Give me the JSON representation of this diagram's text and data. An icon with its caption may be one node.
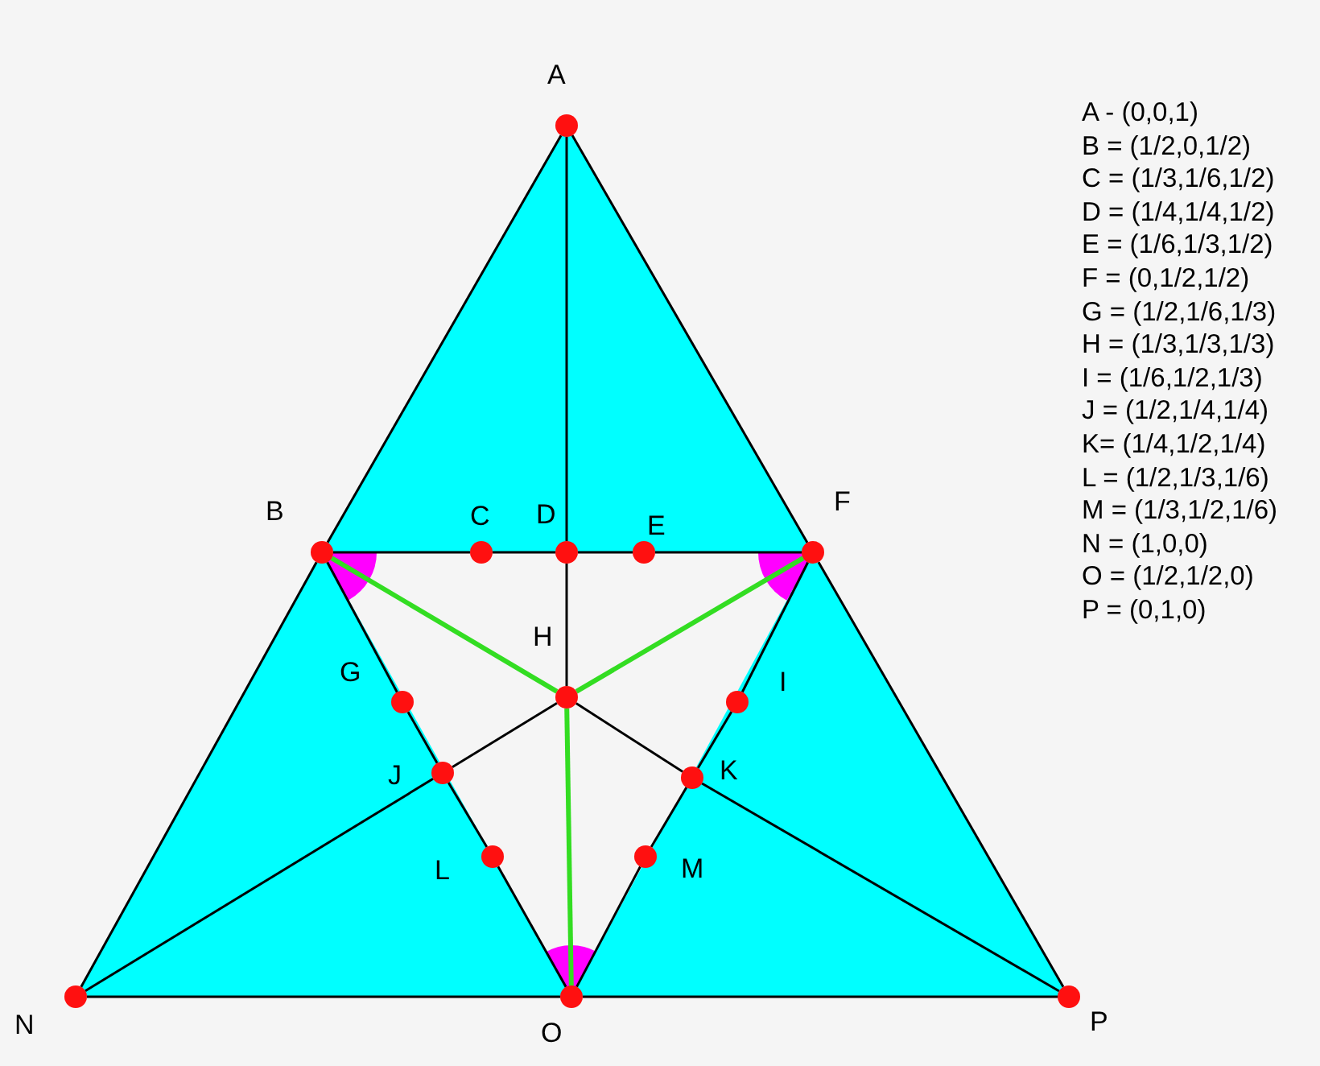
{
  "diagram": {
    "nodes": [
      {
        "text": [],
        "shape": "circle",
        "beside": [
          "A"
        ]
      },
      {
        "text": [],
        "shape": "circle",
        "beside": [
          "B"
        ]
      },
      {
        "text": [],
        "shape": "circle",
        "beside": [
          "C"
        ]
      },
      {
        "text": [],
        "shape": "circle",
        "beside": [
          "D"
        ]
      },
      {
        "text": [],
        "shape": "circle",
        "beside": [
          "E"
        ]
      },
      {
        "text": [],
        "shape": "circle",
        "beside": [
          "F"
        ]
      },
      {
        "text": [],
        "shape": "circle",
        "beside": [
          "G"
        ]
      },
      {
        "text": [],
        "shape": "circle",
        "beside": [
          "H"
        ]
      },
      {
        "text": [],
        "shape": "circle",
        "beside": [
          "I"
        ]
      },
      {
        "text": [],
        "shape": "circle",
        "beside": [
          "J"
        ]
      },
      {
        "text": [],
        "shape": "circle",
        "beside": [
          "K"
        ]
      },
      {
        "text": [],
        "shape": "circle",
        "beside": [
          "L"
        ]
      },
      {
        "text": [],
        "shape": "circle",
        "beside": [
          "M"
        ]
      },
      {
        "text": [],
        "shape": "circle",
        "beside": [
          "N"
        ]
      },
      {
        "text": [],
        "shape": "circle",
        "beside": [
          "O"
        ]
      },
      {
        "text": [],
        "shape": "circle",
        "beside": [
          "P"
        ]
      }
    ],
    "edges": [
      {
        "from": 0,
        "to": 1,
        "arrow": "none"
      },
      {
        "from": 1,
        "to": 13,
        "arrow": "none"
      },
      {
        "from": 0,
        "to": 5,
        "arrow": "none"
      },
      {
        "from": 5,
        "to": 15,
        "arrow": "none"
      },
      {
        "from": 13,
        "to": 14,
        "arrow": "none"
      },
      {
        "from": 14,
        "to": 15,
        "arrow": "none"
      },
      {
        "from": 1,
        "to": 2,
        "arrow": "none"
      },
      {
        "from": 2,
        "to": 3,
        "arrow": "none"
      },
      {
        "from": 3,
        "to": 4,
        "arrow": "none"
      },
      {
        "from": 4,
        "to": 5,
        "arrow": "none"
      },
      {
        "from": 0,
        "to": 3,
        "arrow": "none"
      },
      {
        "from": 3,
        "to": 7,
        "arrow": "none"
      },
      {
        "from": 1,
        "to": 6,
        "arrow": "none"
      },
      {
        "from": 6,
        "to": 9,
        "arrow": "none"
      },
      {
        "from": 9,
        "to": 11,
        "arrow": "none"
      },
      {
        "from": 11,
        "to": 14,
        "arrow": "none"
      },
      {
        "from": 5,
        "to": 8,
        "arrow": "none"
      },
      {
        "from": 8,
        "to": 10,
        "arrow": "none"
      },
      {
        "from": 10,
        "to": 12,
        "arrow": "none"
      },
      {
        "from": 12,
        "to": 14,
        "arrow": "none"
      },
      {
        "from": 13,
        "to": 9,
        "arrow": "none"
      },
      {
        "from": 9,
        "to": 7,
        "arrow": "none"
      },
      {
        "from": 15,
        "to": 10,
        "arrow": "none"
      },
      {
        "from": 10,
        "to": 7,
        "arrow": "none"
      },
      {
        "from": 1,
        "to": 7,
        "arrow": "none",
        "style": "thick",
        "color": "#33dd22"
      },
      {
        "from": 5,
        "to": 7,
        "arrow": "none",
        "style": "thick",
        "color": "#33dd22"
      },
      {
        "from": 7,
        "to": 14,
        "arrow": "none",
        "style": "thick",
        "color": "#33dd22"
      }
    ],
    "labels": [
      "A - (0,0,1)",
      "B = (1/2,0,1/2)",
      "C = (1/3,1/6,1/2)",
      "D = (1/4,1/4,1/2)",
      "E = (1/6,1/3,1/2)",
      "F = (0,1/2,1/2)",
      "G = (1/2,1/6,1/3)",
      "H = (1/3,1/3,1/3)",
      "I = (1/6,1/2,1/3)",
      "J = (1/2,1/4,1/4)",
      "K= (1/4,1/2,1/4)",
      "L = (1/2,1/3,1/6)",
      "M = (1/3,1/2,1/6)",
      "N = (1,0,0)",
      "O = (1/2,1/2,0)",
      "P = (0,1,0)"
    ]
  }
}
